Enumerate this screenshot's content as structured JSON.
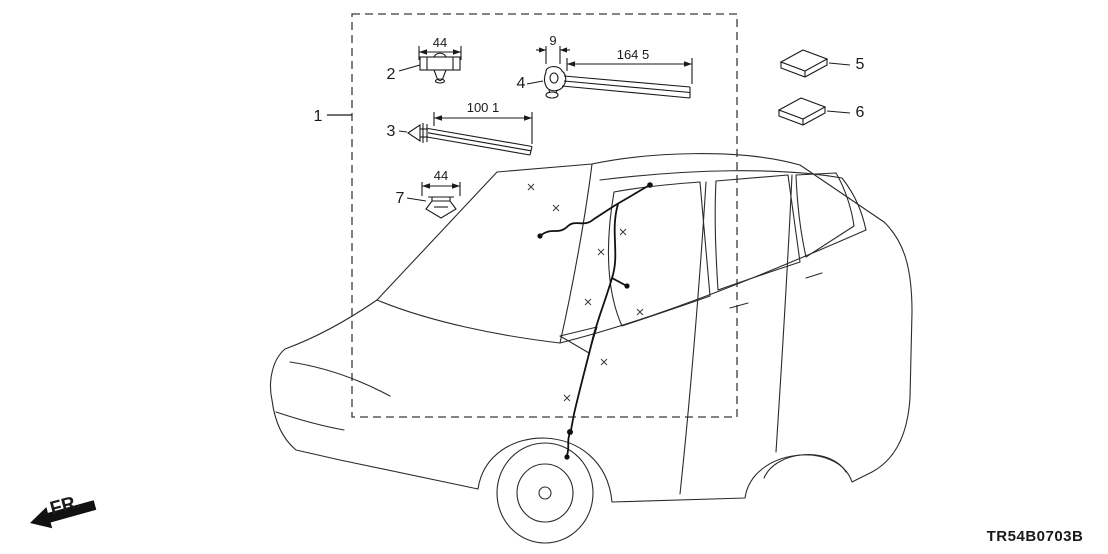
{
  "diagram": {
    "code": "TR54B0703B",
    "direction_label": "FR.",
    "callouts": {
      "c1": {
        "label": "1"
      },
      "c2": {
        "label": "2",
        "dim": "44"
      },
      "c3": {
        "label": "3",
        "dim": "100 1"
      },
      "c4": {
        "label": "4",
        "dim_small": "9",
        "dim_long": "164 5"
      },
      "c5": {
        "label": "5"
      },
      "c6": {
        "label": "6"
      },
      "c7": {
        "label": "7",
        "dim": "44"
      }
    }
  }
}
